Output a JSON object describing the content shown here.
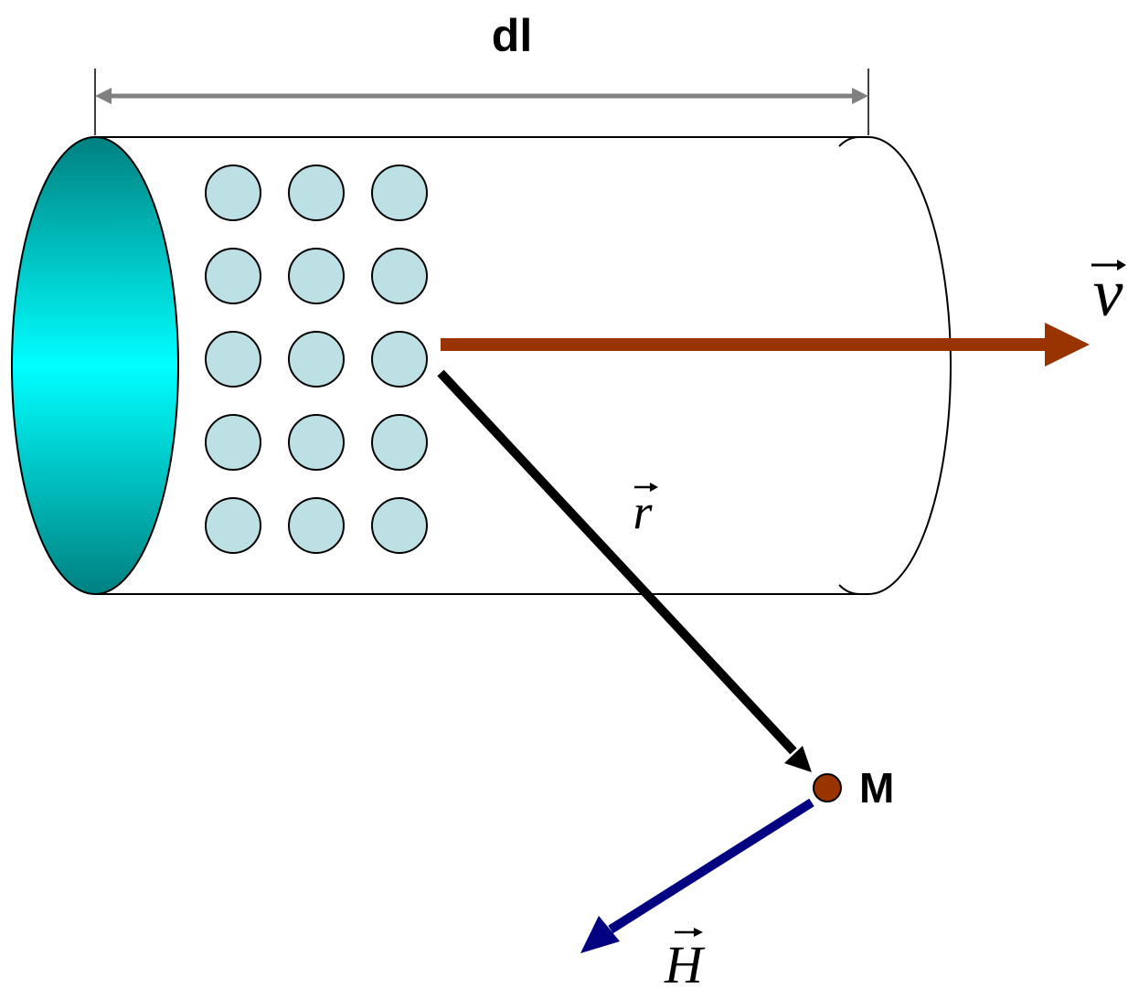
{
  "labels": {
    "length": "dl",
    "velocity": "v",
    "radius": "r",
    "field": "H",
    "point": "M"
  },
  "particles": {
    "rows": 5,
    "cols": 3
  },
  "colors": {
    "particle_fill": "#bce0e4",
    "velocity_arrow": "#993300",
    "radius_arrow": "#000000",
    "field_arrow": "#000080",
    "point_fill": "#993300",
    "dimension_line": "#808080",
    "end_face_center": "#00ffff",
    "end_face_edge": "#008080"
  }
}
